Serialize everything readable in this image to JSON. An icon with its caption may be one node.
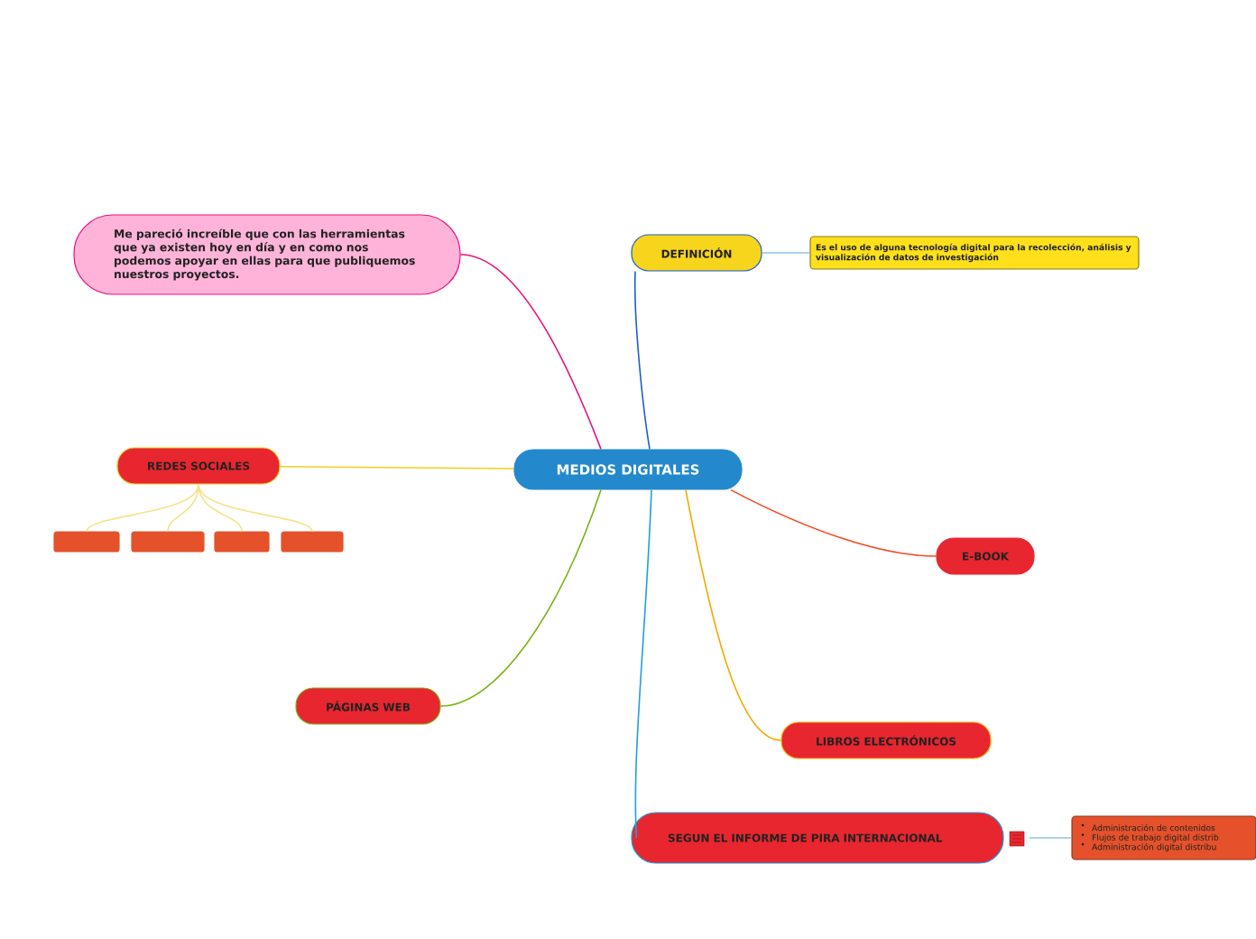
{
  "diagram": {
    "nodes": [
      {
        "text": [
          "MEDIOS DIGITALES"
        ]
      },
      {
        "text": [
          "DEFINICIÓN"
        ]
      },
      {
        "text": [
          "Es el uso de alguna tecnología digital para la recolección, análisis y visualización de datos de investigación"
        ]
      },
      {
        "text": [
          "Me pareció increíble que con las herramientas que ya existen hoy en día y en como nos podemos apoyar en ellas para que publiquemos nuestros proyectos."
        ]
      },
      {
        "text": [
          "REDES SOCIALES"
        ]
      },
      {
        "text": [],
        "shape": "box"
      },
      {
        "text": [],
        "shape": "box"
      },
      {
        "text": [],
        "shape": "box"
      },
      {
        "text": [],
        "shape": "box"
      },
      {
        "text": [
          "E-BOOK"
        ]
      },
      {
        "text": [
          "PÁGINAS WEB"
        ]
      },
      {
        "text": [
          "LIBROS ELECTRÓNICOS"
        ]
      },
      {
        "text": [
          "SEGUN EL INFORME DE PIRA INTERNACIONAL"
        ]
      },
      {
        "text": [
          "Administración de contenidos",
          "Flujos de trabajo digital distrib",
          "Administración digital distribu"
        ]
      }
    ],
    "edges": [
      {
        "from": 0,
        "to": 1,
        "arrow": "none",
        "color": "#1a5fc8"
      },
      {
        "from": 1,
        "to": 2,
        "arrow": "none",
        "color": "#8cc4ee"
      },
      {
        "from": 0,
        "to": 3,
        "arrow": "none",
        "color": "#e8127c"
      },
      {
        "from": 0,
        "to": 4,
        "arrow": "none",
        "color": "#f0d020"
      },
      {
        "from": 4,
        "to": 5,
        "arrow": "none",
        "color": "#f3e48a"
      },
      {
        "from": 4,
        "to": 6,
        "arrow": "none",
        "color": "#f3e48a"
      },
      {
        "from": 4,
        "to": 7,
        "arrow": "none",
        "color": "#f3e48a"
      },
      {
        "from": 4,
        "to": 8,
        "arrow": "none",
        "color": "#f3e48a"
      },
      {
        "from": 0,
        "to": 9,
        "arrow": "none",
        "color": "#f04a20"
      },
      {
        "from": 0,
        "to": 10,
        "arrow": "none",
        "color": "#7ab317"
      },
      {
        "from": 0,
        "to": 11,
        "arrow": "none",
        "color": "#f5a800"
      },
      {
        "from": 0,
        "to": 12,
        "arrow": "none",
        "color": "#1ca0e0"
      },
      {
        "from": 12,
        "to": 13,
        "arrow": "none",
        "color": "#8cc4ee"
      }
    ],
    "labels": [
      "•",
      "•",
      "•"
    ]
  }
}
